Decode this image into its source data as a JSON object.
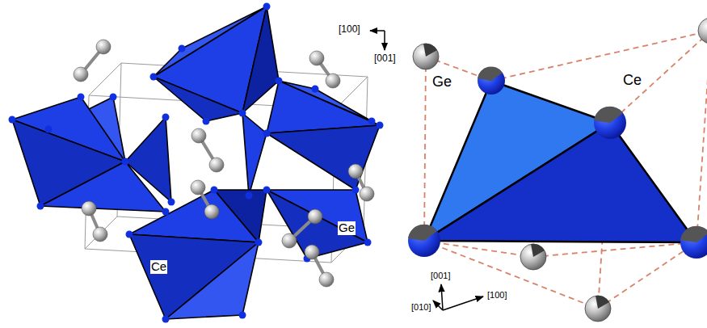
{
  "diagram": {
    "labels": [
      "[100]",
      "[001]",
      "Ge",
      "Ce",
      "Ge",
      "Ce",
      "[001]",
      "[010]",
      "[100]"
    ]
  }
}
